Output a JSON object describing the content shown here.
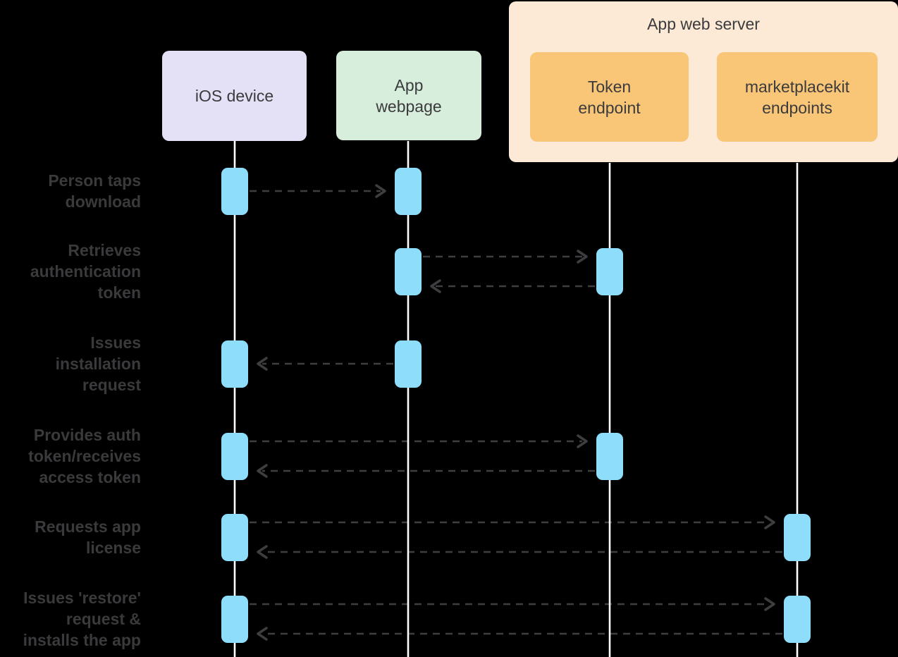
{
  "diagram": {
    "kind": "sequence-diagram",
    "actors": [
      {
        "id": "ios",
        "label": "iOS device"
      },
      {
        "id": "web",
        "label": "App\nwebpage"
      },
      {
        "id": "token",
        "label": "Token\nendpoint"
      },
      {
        "id": "mkt",
        "label": "marketplacekit\nendpoints"
      }
    ],
    "server_group": {
      "label": "App web server",
      "members": [
        "token",
        "mkt"
      ]
    },
    "rows": [
      {
        "label": "Person taps\ndownload",
        "actors": [
          "ios",
          "web"
        ],
        "messages": [
          {
            "from": "ios",
            "to": "web"
          }
        ]
      },
      {
        "label": "Retrieves\nauthentication\ntoken",
        "actors": [
          "web",
          "token"
        ],
        "messages": [
          {
            "from": "web",
            "to": "token"
          },
          {
            "from": "token",
            "to": "web"
          }
        ]
      },
      {
        "label": "Issues\ninstallation\nrequest",
        "actors": [
          "ios",
          "web"
        ],
        "messages": [
          {
            "from": "web",
            "to": "ios"
          }
        ]
      },
      {
        "label": "Provides auth\ntoken/receives\naccess token",
        "actors": [
          "ios",
          "token"
        ],
        "messages": [
          {
            "from": "ios",
            "to": "token"
          },
          {
            "from": "token",
            "to": "ios"
          }
        ]
      },
      {
        "label": "Requests app\nlicense",
        "actors": [
          "ios",
          "mkt"
        ],
        "messages": [
          {
            "from": "ios",
            "to": "mkt"
          },
          {
            "from": "mkt",
            "to": "ios"
          }
        ]
      },
      {
        "label": "Issues 'restore'\nrequest &\ninstalls the app",
        "actors": [
          "ios",
          "mkt"
        ],
        "messages": [
          {
            "from": "ios",
            "to": "mkt"
          },
          {
            "from": "mkt",
            "to": "ios"
          }
        ]
      }
    ],
    "colors": {
      "background": "#000000",
      "ios_box": "#E4E1F6",
      "webpage_box": "#D7EEDD",
      "endpoint_box": "#F9C678",
      "server_group_bg": "#FCEAD7",
      "activation": "#8EDDFB",
      "lifeline": "#FFFFFF",
      "arrow": "#3E3E41",
      "text": "#3B3B3D"
    }
  }
}
